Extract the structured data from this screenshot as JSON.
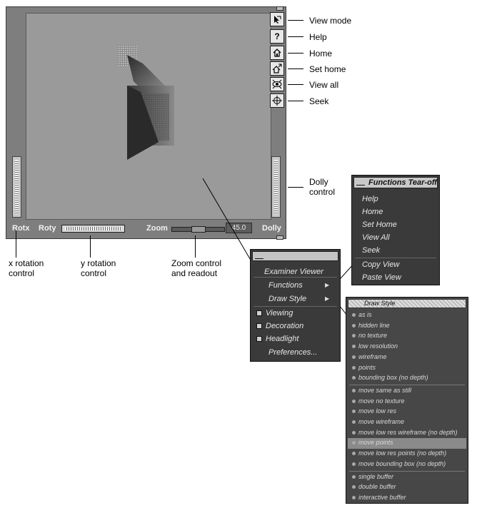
{
  "viewer": {
    "labels": {
      "rotx": "Rotx",
      "roty": "Roty",
      "zoom": "Zoom",
      "zoom_value": "45.0",
      "dolly": "Dolly"
    },
    "buttons": [
      {
        "icon": "arrow-pointer-icon",
        "label": "View mode"
      },
      {
        "icon": "help-icon",
        "glyph": "?",
        "label": "Help"
      },
      {
        "icon": "home-icon",
        "label": "Home"
      },
      {
        "icon": "set-home-icon",
        "label": "Set home"
      },
      {
        "icon": "view-all-icon",
        "label": "View all"
      },
      {
        "icon": "seek-icon",
        "label": "Seek"
      }
    ]
  },
  "callouts": {
    "dolly": [
      "Dolly",
      "control"
    ],
    "xrot": [
      "x rotation",
      "control"
    ],
    "yrot": [
      "y rotation",
      "control"
    ],
    "zoom": [
      "Zoom control",
      "and readout"
    ]
  },
  "popup_menu": {
    "header": "Examiner Viewer",
    "submenus": [
      "Functions",
      "Draw Style"
    ],
    "toggles": [
      {
        "label": "Viewing",
        "checked": true
      },
      {
        "label": "Decoration",
        "checked": true
      },
      {
        "label": "Headlight",
        "checked": true
      }
    ],
    "preferences": "Preferences..."
  },
  "functions_tearoff": {
    "title": "Functions Tear-off",
    "items": [
      "Help",
      "Home",
      "Set Home",
      "View All",
      "Seek"
    ],
    "items2": [
      "Copy View",
      "Paste View"
    ]
  },
  "draw_style": {
    "title": "Draw Style",
    "still": [
      "as is",
      "hidden line",
      "no texture",
      "low resolution",
      "wireframe",
      "points",
      "bounding box (no depth)"
    ],
    "move": [
      "move same as still",
      "move no texture",
      "move low res",
      "move wireframe",
      "move low res wireframe (no depth)",
      "move points",
      "move low res points (no depth)",
      "move bounding box (no depth)"
    ],
    "buffer": [
      "single buffer",
      "double buffer",
      "interactive buffer"
    ],
    "selected": "move points",
    "selected_color": "#8a8a8a"
  }
}
